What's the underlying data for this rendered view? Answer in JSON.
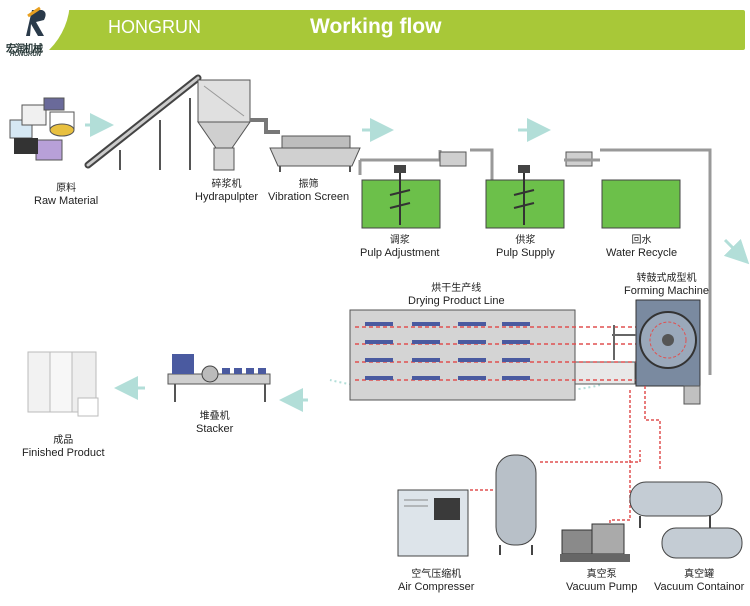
{
  "header": {
    "brand": "HONGRUN",
    "title": "Working flow",
    "logo_text_cn": "宏润机械",
    "logo_text_en": "HONGRUN"
  },
  "colors": {
    "header_green": "#a8c838",
    "tank_green": "#6cc04a",
    "pipe_red": "#e05050",
    "arrow_teal": "#9fd6cf"
  },
  "stations": [
    {
      "cn": "原料",
      "en": "Raw Material"
    },
    {
      "cn": "碎浆机",
      "en": "Hydrapulpter"
    },
    {
      "cn": "振筛",
      "en": "Vibration Screen"
    },
    {
      "cn": "调浆",
      "en": "Pulp Adjustment"
    },
    {
      "cn": "供浆",
      "en": "Pulp Supply"
    },
    {
      "cn": "回水",
      "en": "Water Recycle"
    },
    {
      "cn": "转鼓式成型机",
      "en": "Forming Machine"
    },
    {
      "cn": "烘干生产线",
      "en": "Drying Product Line"
    },
    {
      "cn": "堆叠机",
      "en": "Stacker"
    },
    {
      "cn": "成品",
      "en": "Finished Product"
    },
    {
      "cn": "空气压缩机",
      "en": "Air Compresser"
    },
    {
      "cn": "真空泵",
      "en": "Vacuum Pump"
    },
    {
      "cn": "真空罐",
      "en": "Vacuum Containor"
    }
  ]
}
